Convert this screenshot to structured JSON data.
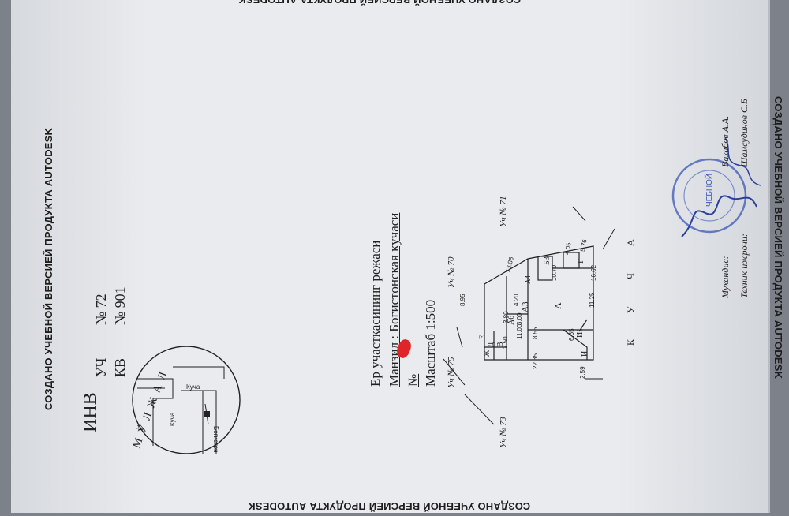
{
  "watermark": "СОЗДАНО УЧЕБНОЙ ВЕРСИЕЙ ПРОДУКТА AUTODESK",
  "header": {
    "inv": "ИНВ",
    "uch_label": "УЧ",
    "uch_value": "№ 72",
    "kv_label": "КВ",
    "kv_value": "№ 901"
  },
  "locator": {
    "title": "М Ў Л Ж А Л",
    "street1": "Куча",
    "street2": "Куча",
    "street3": "Богистон"
  },
  "plan_info": {
    "line1": "Ер участкасининг режаси",
    "line2": "Манзил : Богистонская кучаси",
    "line3": "№",
    "line4": "Масштаб 1:500"
  },
  "neighbors": {
    "n70": "Уч № 70",
    "n71": "Уч № 71",
    "n73": "Уч № 73",
    "n75": "Уч № 75"
  },
  "street_label": [
    "К",
    "У",
    "Ч",
    "А"
  ],
  "rooms": [
    "А",
    "А3",
    "А6",
    "А4",
    "Б3",
    "Г",
    "В",
    "Д",
    "Ж",
    "Е",
    "И1",
    "И"
  ],
  "dims": [
    "13.86",
    "4.05",
    "5.76",
    "8.95",
    "11.25",
    "10.70",
    "16.62",
    "11.00",
    "3.80",
    "8.55",
    "6.65",
    "22.35",
    "2.59",
    "2.50",
    "3.00",
    "4.20"
  ],
  "signatures": {
    "engineer_role": "Мухандис:",
    "engineer_name": "Вахабов А.А.",
    "tech_role": "Техник ижрочи:",
    "tech_name": "Шамсудинов С.Б",
    "stamp": "ЧЕБНОЙ"
  },
  "colors": {
    "paper": "#e9ebee",
    "ink": "#222222",
    "stamp": "#3a55b5",
    "mark": "#e0252a"
  }
}
